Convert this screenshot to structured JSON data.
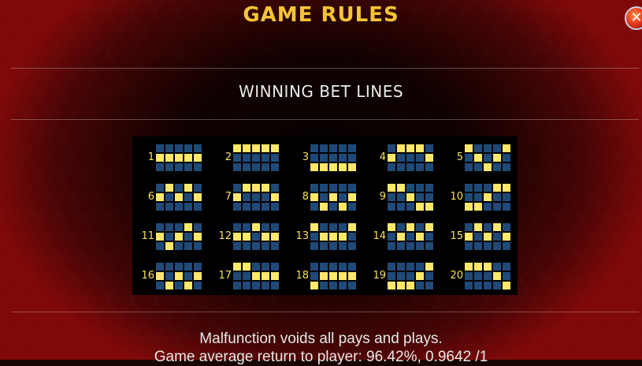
{
  "header": {
    "title": "GAME RULES",
    "close_label": "✕"
  },
  "section": {
    "title": "WINNING BET LINES"
  },
  "colors": {
    "active": "#ffe86a",
    "inactive": "#1f4a78",
    "number": "#f5e05a"
  },
  "bet_lines": [
    {
      "num": "1",
      "rows": [
        1,
        1,
        1,
        1,
        1
      ]
    },
    {
      "num": "2",
      "rows": [
        0,
        0,
        0,
        0,
        0
      ]
    },
    {
      "num": "3",
      "rows": [
        2,
        2,
        2,
        2,
        2
      ]
    },
    {
      "num": "4",
      "rows": [
        1,
        0,
        0,
        0,
        1
      ]
    },
    {
      "num": "5",
      "rows": [
        0,
        1,
        2,
        1,
        0
      ]
    },
    {
      "num": "6",
      "rows": [
        1,
        0,
        1,
        0,
        1
      ]
    },
    {
      "num": "7",
      "rows": [
        1,
        0,
        0,
        0,
        1
      ]
    },
    {
      "num": "8",
      "rows": [
        1,
        2,
        1,
        2,
        1
      ]
    },
    {
      "num": "9",
      "rows": [
        0,
        0,
        1,
        2,
        2
      ]
    },
    {
      "num": "10",
      "rows": [
        2,
        2,
        1,
        0,
        0
      ]
    },
    {
      "num": "11",
      "rows": [
        1,
        2,
        1,
        0,
        1
      ]
    },
    {
      "num": "12",
      "rows": [
        1,
        1,
        0,
        1,
        1
      ]
    },
    {
      "num": "13",
      "rows": [
        0,
        1,
        1,
        1,
        0
      ]
    },
    {
      "num": "14",
      "rows": [
        0,
        1,
        0,
        1,
        0
      ]
    },
    {
      "num": "15",
      "rows": [
        1,
        0,
        1,
        0,
        1
      ]
    },
    {
      "num": "16",
      "rows": [
        1,
        2,
        1,
        2,
        1
      ]
    },
    {
      "num": "17",
      "rows": [
        0,
        0,
        1,
        1,
        1
      ]
    },
    {
      "num": "18",
      "rows": [
        2,
        1,
        1,
        1,
        1
      ]
    },
    {
      "num": "19",
      "rows": [
        2,
        2,
        2,
        1,
        0
      ]
    },
    {
      "num": "20",
      "rows": [
        0,
        0,
        0,
        1,
        2
      ]
    }
  ],
  "footer": {
    "line1": "Malfunction voids all pays and plays.",
    "line2": "Game average return to player: 96.42%, 0.9642 /1"
  }
}
